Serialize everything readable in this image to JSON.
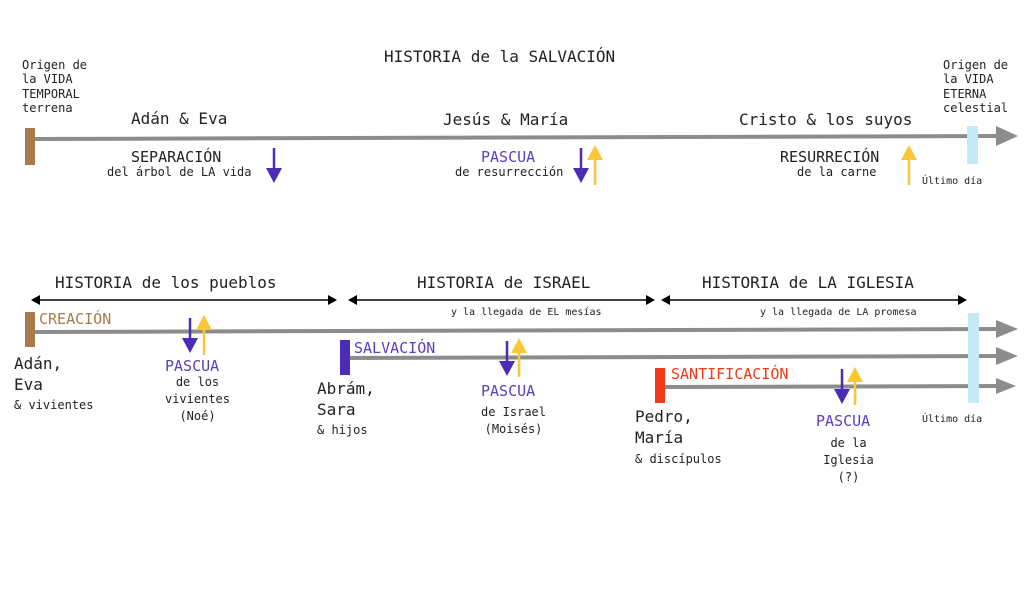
{
  "title": "HISTORIA de la SALVACIÓN",
  "colors": {
    "timeline_gray": "#8c8c8c",
    "brown": "#a87a4c",
    "light_blue": "#c6e9f7",
    "purple": "#4b2cb8",
    "purple_text": "#5a3fc0",
    "yellow": "#fcc63a",
    "red": "#f23a1a",
    "text": "#222222"
  },
  "top": {
    "origin_temporal": "Origen de\nla VIDA\nTEMPORAL\nterrena",
    "origin_eternal": "Origen de\nla VIDA\nETERNA\ncelestial",
    "label_adan_eva": "Adán & Eva",
    "label_jesus_maria": "Jesús & María",
    "label_cristo": "Cristo & los suyos",
    "separacion_title": "SEPARACIÓN",
    "separacion_sub": "del árbol de LA vida",
    "pascua_title": "PASCUA",
    "pascua_sub": "de resurrección",
    "resurreccion_title": "RESURRECIÓN",
    "resurreccion_sub": "de la carne",
    "ultimo_dia": "Último día"
  },
  "bottom": {
    "period_pueblos": "HISTORIA de los pueblos",
    "period_israel": "HISTORIA de ISRAEL",
    "period_iglesia": "HISTORIA de LA IGLESIA",
    "israel_note": "y la llegada de EL mesías",
    "iglesia_note": "y la llegada de LA promesa",
    "creacion_label": "CREACIÓN",
    "salvacion_label": "SALVACIÓN",
    "santificacion_label": "SANTIFICACIÓN",
    "adan_eva": "Adán,\nEva",
    "adan_eva_sub": "& vivientes",
    "abram_sara": "Abrám,\nSara",
    "abram_sara_sub": "& hijos",
    "pedro_maria": "Pedro,\nMaría",
    "pedro_maria_sub": "& discípulos",
    "pascua1_title": "PASCUA",
    "pascua1_sub": "de los\nvivientes\n(Noé)",
    "pascua2_title": "PASCUA",
    "pascua2_sub": "de Israel\n(Moisés)",
    "pascua3_title": "PASCUA",
    "pascua3_sub": "de la\nIglesia\n(?)",
    "ultimo_dia": "Último día"
  }
}
